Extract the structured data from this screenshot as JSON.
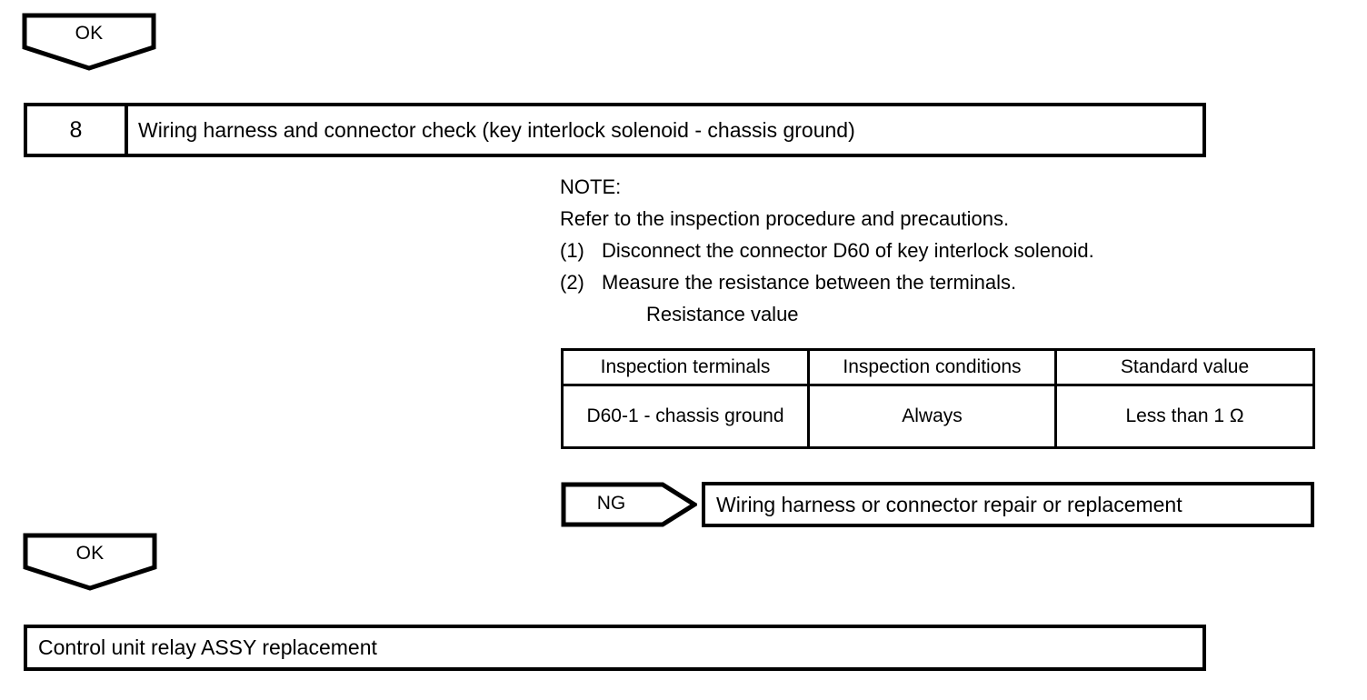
{
  "flow": {
    "ok_flag_top": {
      "label": "OK"
    },
    "ok_flag_bottom": {
      "label": "OK"
    },
    "ng_flag": {
      "label": "NG"
    },
    "step": {
      "number": "8",
      "title": "Wiring harness and connector check (key interlock solenoid - chassis ground)"
    },
    "ng_action": {
      "label": "Wiring harness or connector repair or replacement"
    },
    "final_action": {
      "label": "Control unit relay ASSY replacement"
    }
  },
  "note": {
    "heading": "NOTE:",
    "intro": "Refer to the inspection procedure and precautions.",
    "steps": [
      {
        "marker": "(1)",
        "text": "Disconnect the connector D60 of key interlock solenoid."
      },
      {
        "marker": "(2)",
        "text": "Measure the resistance between the terminals."
      }
    ],
    "table_caption": "Resistance value"
  },
  "table": {
    "headers": [
      "Inspection terminals",
      "Inspection conditions",
      "Standard value"
    ],
    "rows": [
      [
        "D60-1 - chassis ground",
        "Always",
        "Less than 1 Ω"
      ]
    ]
  },
  "colors": {
    "ink": "#000000",
    "paper": "#ffffff"
  }
}
